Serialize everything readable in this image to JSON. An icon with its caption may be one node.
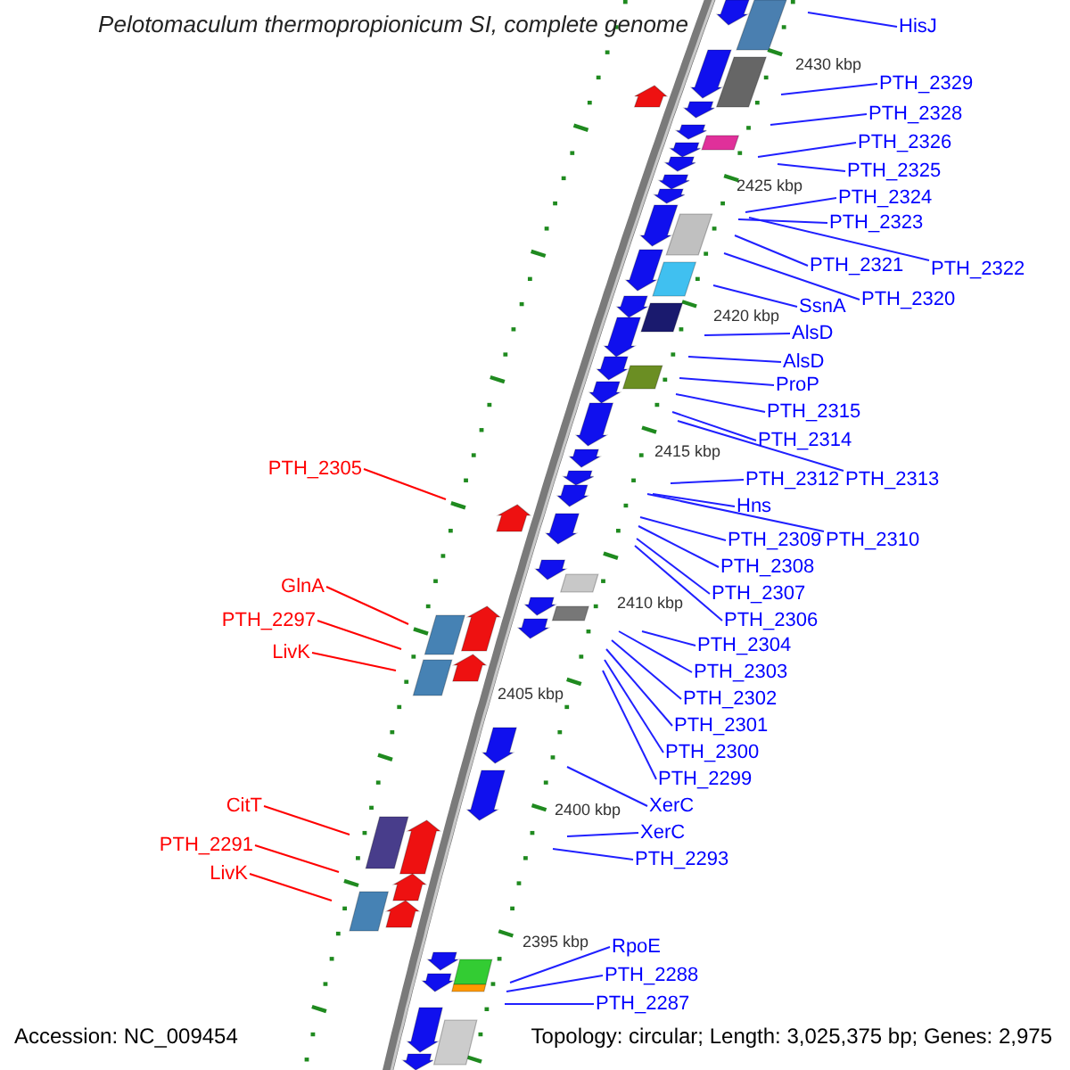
{
  "diagram": {
    "title": "Pelotomaculum thermopropionicum SI, complete genome",
    "nodes": [
      {
        "text": [
          "HisJ"
        ]
      },
      {
        "text": [
          "PTH_2329"
        ]
      },
      {
        "text": [
          "PTH_2328"
        ]
      },
      {
        "text": [
          "PTH_2326"
        ]
      },
      {
        "text": [
          "PTH_2325"
        ]
      },
      {
        "text": [
          "PTH_2324"
        ]
      },
      {
        "text": [
          "PTH_2323"
        ]
      },
      {
        "text": [
          "PTH_2321"
        ]
      },
      {
        "text": [
          "PTH_2322"
        ]
      },
      {
        "text": [
          "PTH_2320"
        ]
      },
      {
        "text": [
          "SsnA"
        ]
      },
      {
        "text": [
          "AlsD"
        ]
      },
      {
        "text": [
          "AlsD"
        ]
      },
      {
        "text": [
          "ProP"
        ]
      },
      {
        "text": [
          "PTH_2315"
        ]
      },
      {
        "text": [
          "PTH_2314"
        ]
      },
      {
        "text": [
          "PTH_2305"
        ]
      },
      {
        "text": [
          "PTH_2312"
        ]
      },
      {
        "text": [
          "PTH_2313"
        ]
      },
      {
        "text": [
          "Hns"
        ]
      },
      {
        "text": [
          "PTH_2309"
        ]
      },
      {
        "text": [
          "PTH_2310"
        ]
      },
      {
        "text": [
          "PTH_2308"
        ]
      },
      {
        "text": [
          "GlnA"
        ]
      },
      {
        "text": [
          "PTH_2307"
        ]
      },
      {
        "text": [
          "PTH_2306"
        ]
      },
      {
        "text": [
          "PTH_2297"
        ]
      },
      {
        "text": [
          "PTH_2304"
        ]
      },
      {
        "text": [
          "LivK"
        ]
      },
      {
        "text": [
          "PTH_2303"
        ]
      },
      {
        "text": [
          "PTH_2302"
        ]
      },
      {
        "text": [
          "PTH_2301"
        ]
      },
      {
        "text": [
          "PTH_2300"
        ]
      },
      {
        "text": [
          "PTH_2299"
        ]
      },
      {
        "text": [
          "XerC"
        ]
      },
      {
        "text": [
          "CitT"
        ]
      },
      {
        "text": [
          "XerC"
        ]
      },
      {
        "text": [
          "PTH_2291"
        ]
      },
      {
        "text": [
          "PTH_2293"
        ]
      },
      {
        "text": [
          "LivK"
        ]
      },
      {
        "text": [
          "RpoE"
        ]
      },
      {
        "text": [
          "PTH_2288"
        ]
      },
      {
        "text": [
          "PTH_2287"
        ]
      }
    ],
    "edges": [
      {
        "from": 0,
        "to": null,
        "arrow": "none"
      },
      {
        "from": 1,
        "to": null,
        "arrow": "none"
      },
      {
        "from": 2,
        "to": null,
        "arrow": "none"
      },
      {
        "from": 3,
        "to": null,
        "arrow": "none"
      },
      {
        "from": 4,
        "to": null,
        "arrow": "none"
      },
      {
        "from": 5,
        "to": null,
        "arrow": "none"
      },
      {
        "from": 6,
        "to": null,
        "arrow": "none"
      },
      {
        "from": 7,
        "to": null,
        "arrow": "none"
      },
      {
        "from": 8,
        "to": null,
        "arrow": "none"
      },
      {
        "from": 9,
        "to": null,
        "arrow": "none"
      },
      {
        "from": 10,
        "to": null,
        "arrow": "none"
      },
      {
        "from": 11,
        "to": null,
        "arrow": "none"
      },
      {
        "from": 12,
        "to": null,
        "arrow": "none"
      },
      {
        "from": 13,
        "to": null,
        "arrow": "none"
      },
      {
        "from": 14,
        "to": null,
        "arrow": "none"
      },
      {
        "from": 15,
        "to": null,
        "arrow": "none"
      },
      {
        "from": 16,
        "to": null,
        "arrow": "none",
        "color": "#ff0000"
      },
      {
        "from": 17,
        "to": null,
        "arrow": "none"
      },
      {
        "from": 18,
        "to": null,
        "arrow": "none"
      },
      {
        "from": 19,
        "to": null,
        "arrow": "none"
      },
      {
        "from": 20,
        "to": null,
        "arrow": "none"
      },
      {
        "from": 21,
        "to": null,
        "arrow": "none"
      },
      {
        "from": 22,
        "to": null,
        "arrow": "none"
      },
      {
        "from": 23,
        "to": null,
        "arrow": "none",
        "color": "#ff0000"
      },
      {
        "from": 24,
        "to": null,
        "arrow": "none"
      },
      {
        "from": 25,
        "to": null,
        "arrow": "none"
      },
      {
        "from": 26,
        "to": null,
        "arrow": "none",
        "color": "#ff0000"
      },
      {
        "from": 27,
        "to": null,
        "arrow": "none"
      },
      {
        "from": 28,
        "to": null,
        "arrow": "none",
        "color": "#ff0000"
      },
      {
        "from": 29,
        "to": null,
        "arrow": "none"
      },
      {
        "from": 30,
        "to": null,
        "arrow": "none"
      },
      {
        "from": 31,
        "to": null,
        "arrow": "none"
      },
      {
        "from": 32,
        "to": null,
        "arrow": "none"
      },
      {
        "from": 33,
        "to": null,
        "arrow": "none"
      },
      {
        "from": 34,
        "to": null,
        "arrow": "none"
      },
      {
        "from": 35,
        "to": null,
        "arrow": "none",
        "color": "#ff0000"
      },
      {
        "from": 36,
        "to": null,
        "arrow": "none"
      },
      {
        "from": 37,
        "to": null,
        "arrow": "none",
        "color": "#ff0000"
      },
      {
        "from": 38,
        "to": null,
        "arrow": "none"
      },
      {
        "from": 39,
        "to": null,
        "arrow": "none",
        "color": "#ff0000"
      },
      {
        "from": 40,
        "to": null,
        "arrow": "none"
      },
      {
        "from": 41,
        "to": null,
        "arrow": "none"
      },
      {
        "from": 42,
        "to": null,
        "arrow": "none"
      }
    ],
    "labels": [
      "2430 kbp",
      "2425 kbp",
      "2420 kbp",
      "2415 kbp",
      "2410 kbp",
      "2405 kbp",
      "2400 kbp",
      "2395 kbp",
      "Accession: NC_009454",
      "Topology: circular; Length: 3,025,375 bp; Genes: 2,975"
    ]
  }
}
